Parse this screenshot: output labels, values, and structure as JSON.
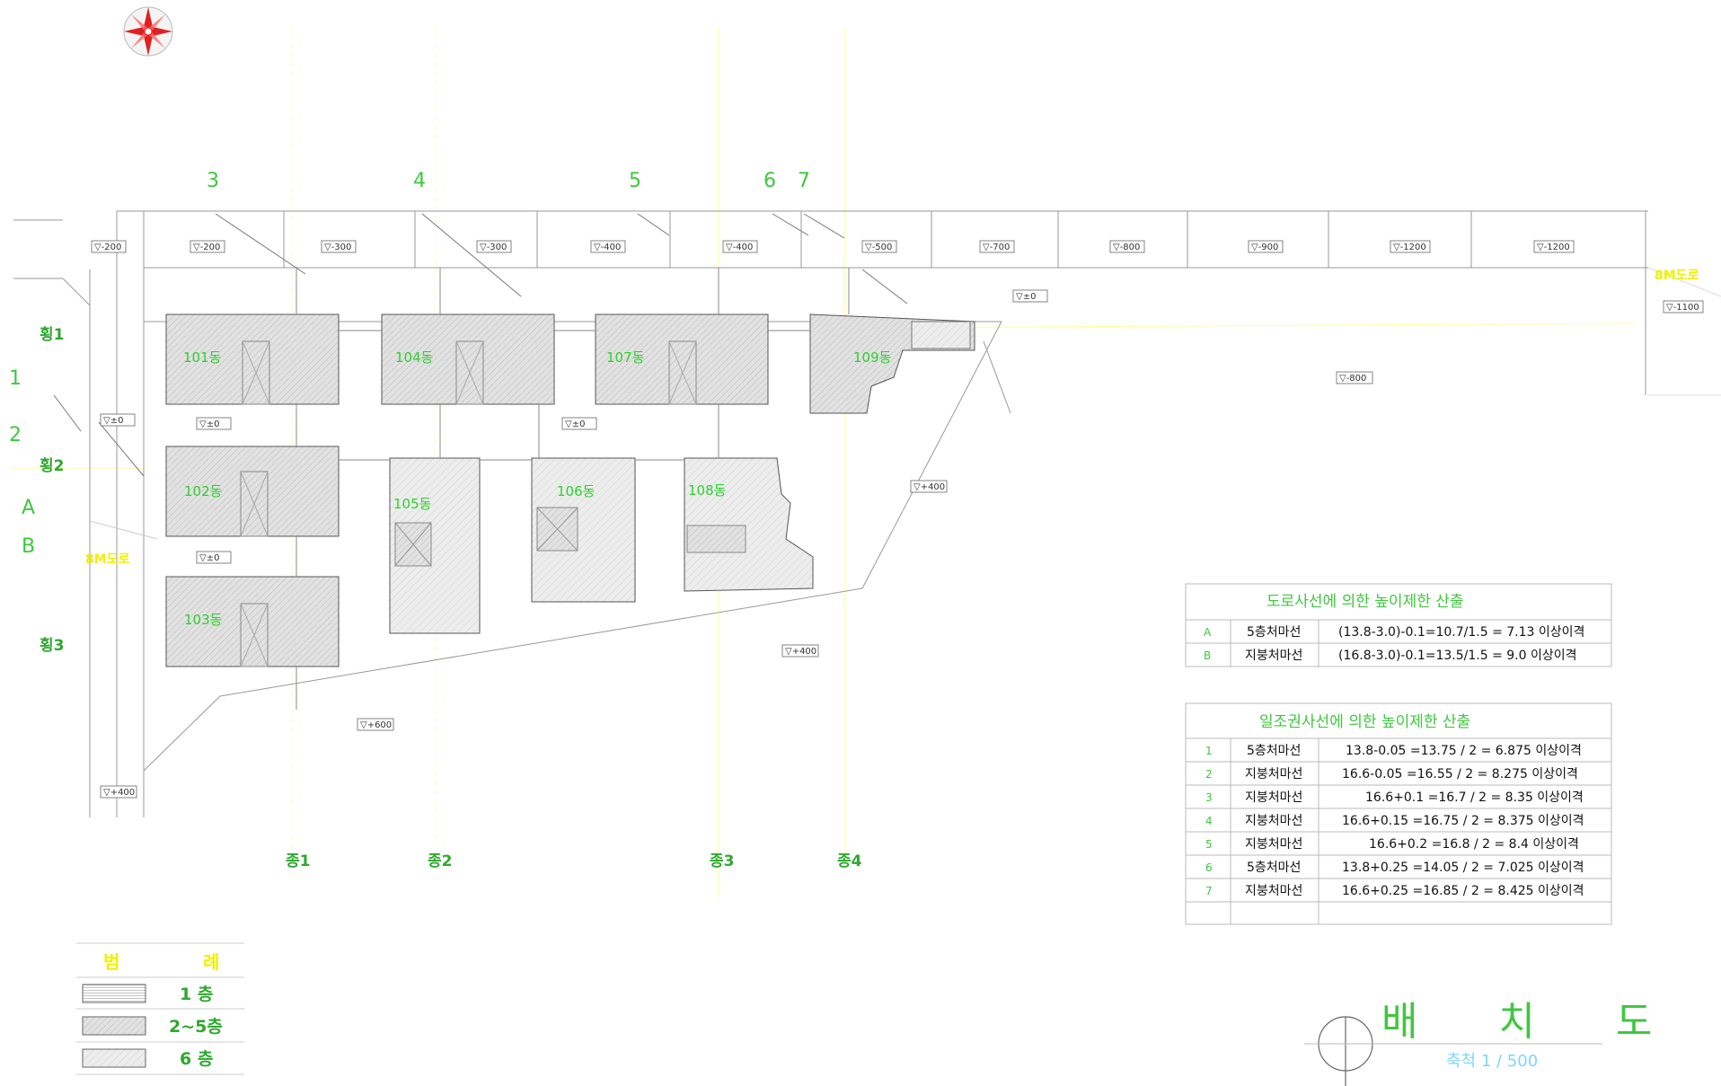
{
  "drawing": {
    "title": "배 치 도",
    "scale": "축척 1 / 500",
    "grid_numbers": [
      {
        "label": "3"
      },
      {
        "label": "4"
      },
      {
        "label": "5"
      },
      {
        "label": "6"
      },
      {
        "label": "7"
      },
      {
        "label": "1"
      },
      {
        "label": "2"
      },
      {
        "label": "A"
      },
      {
        "label": "B"
      }
    ],
    "section_markers": [
      "횡1",
      "횡2",
      "횡3",
      "종1",
      "종2",
      "종3",
      "종4"
    ],
    "road_labels": [
      "8M도로",
      "8M도로"
    ],
    "top_levels": [
      "▽-200",
      "▽-200",
      "▽-300",
      "▽-300",
      "▽-400",
      "▽-400",
      "▽-500",
      "▽-700",
      "▽-800",
      "▽-900",
      "▽-1200",
      "▽-1200"
    ],
    "site_levels": [
      "▽±0",
      "▽-1100",
      "▽-800",
      "▽±0",
      "▽±0",
      "▽±0",
      "▽±0",
      "▽+400",
      "▽+400",
      "▽+600",
      "▽+400"
    ],
    "buildings": [
      "101동",
      "104동",
      "107동",
      "109동",
      "102동",
      "105동",
      "106동",
      "108동",
      "103동"
    ]
  },
  "table_road": {
    "title": "도로사선에 의한 높이제한 산출",
    "rows": [
      {
        "key": "A",
        "type": "5층처마선",
        "calc": "(13.8-3.0)-0.1=10.7/1.5 = 7.13  이상이격"
      },
      {
        "key": "B",
        "type": "지붕처마선",
        "calc": "(16.8-3.0)-0.1=13.5/1.5 = 9.0  이상이격"
      }
    ]
  },
  "table_sun": {
    "title": "일조권사선에 의한 높이제한 산출",
    "rows": [
      {
        "key": "1",
        "type": "5층처마선",
        "calc": "13.8-0.05 =13.75 / 2 = 6.875  이상이격"
      },
      {
        "key": "2",
        "type": "지붕처마선",
        "calc": "16.6-0.05 =16.55 / 2 = 8.275  이상이격"
      },
      {
        "key": "3",
        "type": "지붕처마선",
        "calc": "16.6+0.1 =16.7 / 2 = 8.35  이상이격"
      },
      {
        "key": "4",
        "type": "지붕처마선",
        "calc": "16.6+0.15 =16.75 / 2 = 8.375  이상이격"
      },
      {
        "key": "5",
        "type": "지붕처마선",
        "calc": "16.6+0.2 =16.8 / 2 = 8.4  이상이격"
      },
      {
        "key": "6",
        "type": "5층처마선",
        "calc": "13.8+0.25 =14.05 / 2 = 7.025  이상이격"
      },
      {
        "key": "7",
        "type": "지붕처마선",
        "calc": "16.6+0.25 =16.85 / 2 = 8.425  이상이격"
      }
    ]
  },
  "legend": {
    "head_left": "범",
    "head_right": "례",
    "items": [
      {
        "label": "1 층"
      },
      {
        "label": "2~5층"
      },
      {
        "label": "6 층"
      }
    ]
  },
  "colors": {
    "background": "#ffffff",
    "accent_green": "#3ec83e",
    "yellow": "#f0f000",
    "hatch_fill": "#d6d6d6",
    "scale_blue": "#7fd4ff"
  },
  "icons": [
    "north-arrow-icon"
  ]
}
